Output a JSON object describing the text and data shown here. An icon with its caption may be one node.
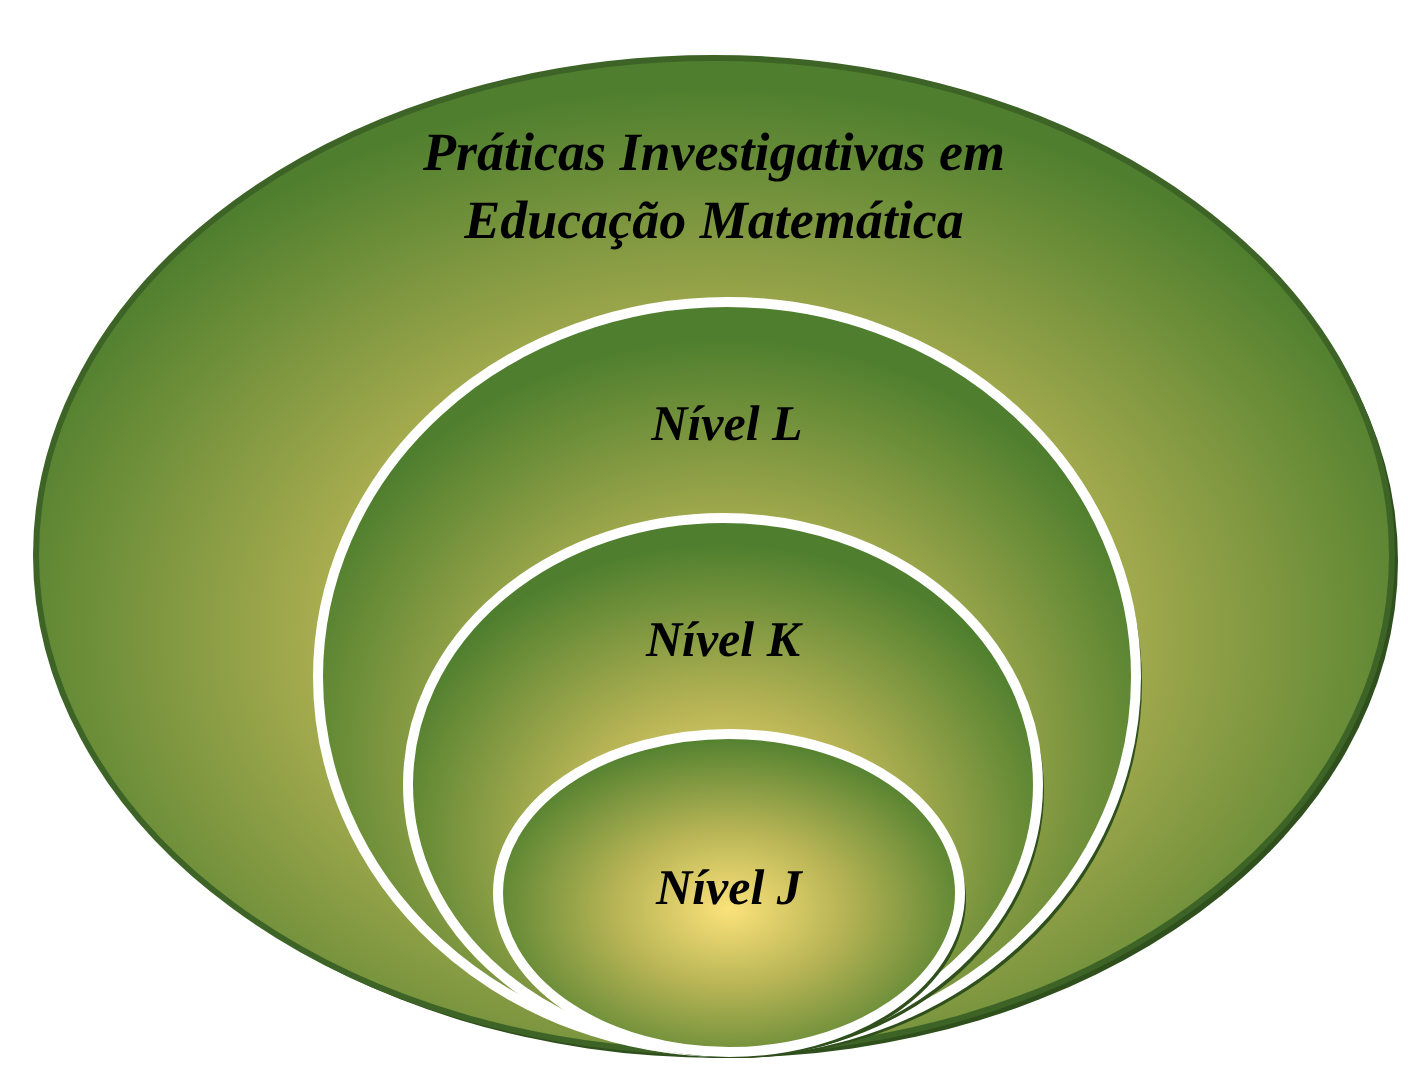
{
  "diagram": {
    "nodes": [
      {
        "text": [
          "Práticas Investigativas em Educação Matemática"
        ]
      },
      {
        "text": [
          "Nível L"
        ],
        "in": 0
      },
      {
        "text": [
          "Nível K"
        ],
        "in": 1
      },
      {
        "text": [
          "Nível J"
        ],
        "in": 2
      }
    ]
  }
}
